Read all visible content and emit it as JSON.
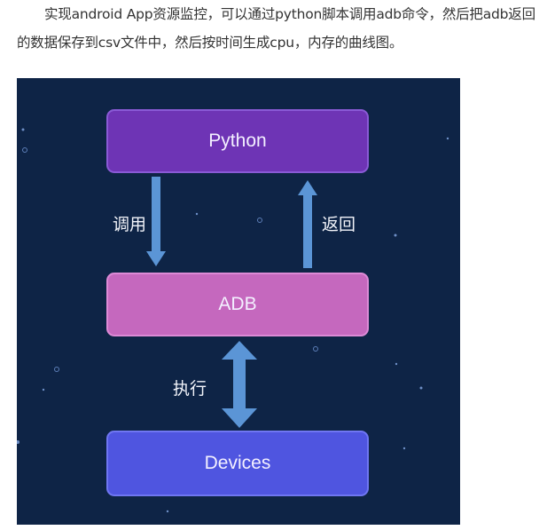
{
  "intro": {
    "text": "实现android App资源监控，可以通过python脚本调用adb命令，然后把adb返回的数据保存到csv文件中，然后按时间生成cpu，内存的曲线图。"
  },
  "diagram": {
    "nodes": {
      "python": "Python",
      "adb": "ADB",
      "devices": "Devices"
    },
    "edges": {
      "call": "调用",
      "return": "返回",
      "execute": "执行"
    },
    "colors": {
      "background": "#0e2446",
      "python": "#6e34b5",
      "adb": "#c568be",
      "devices": "#4f55e0",
      "arrow": "#5b95d6"
    }
  }
}
